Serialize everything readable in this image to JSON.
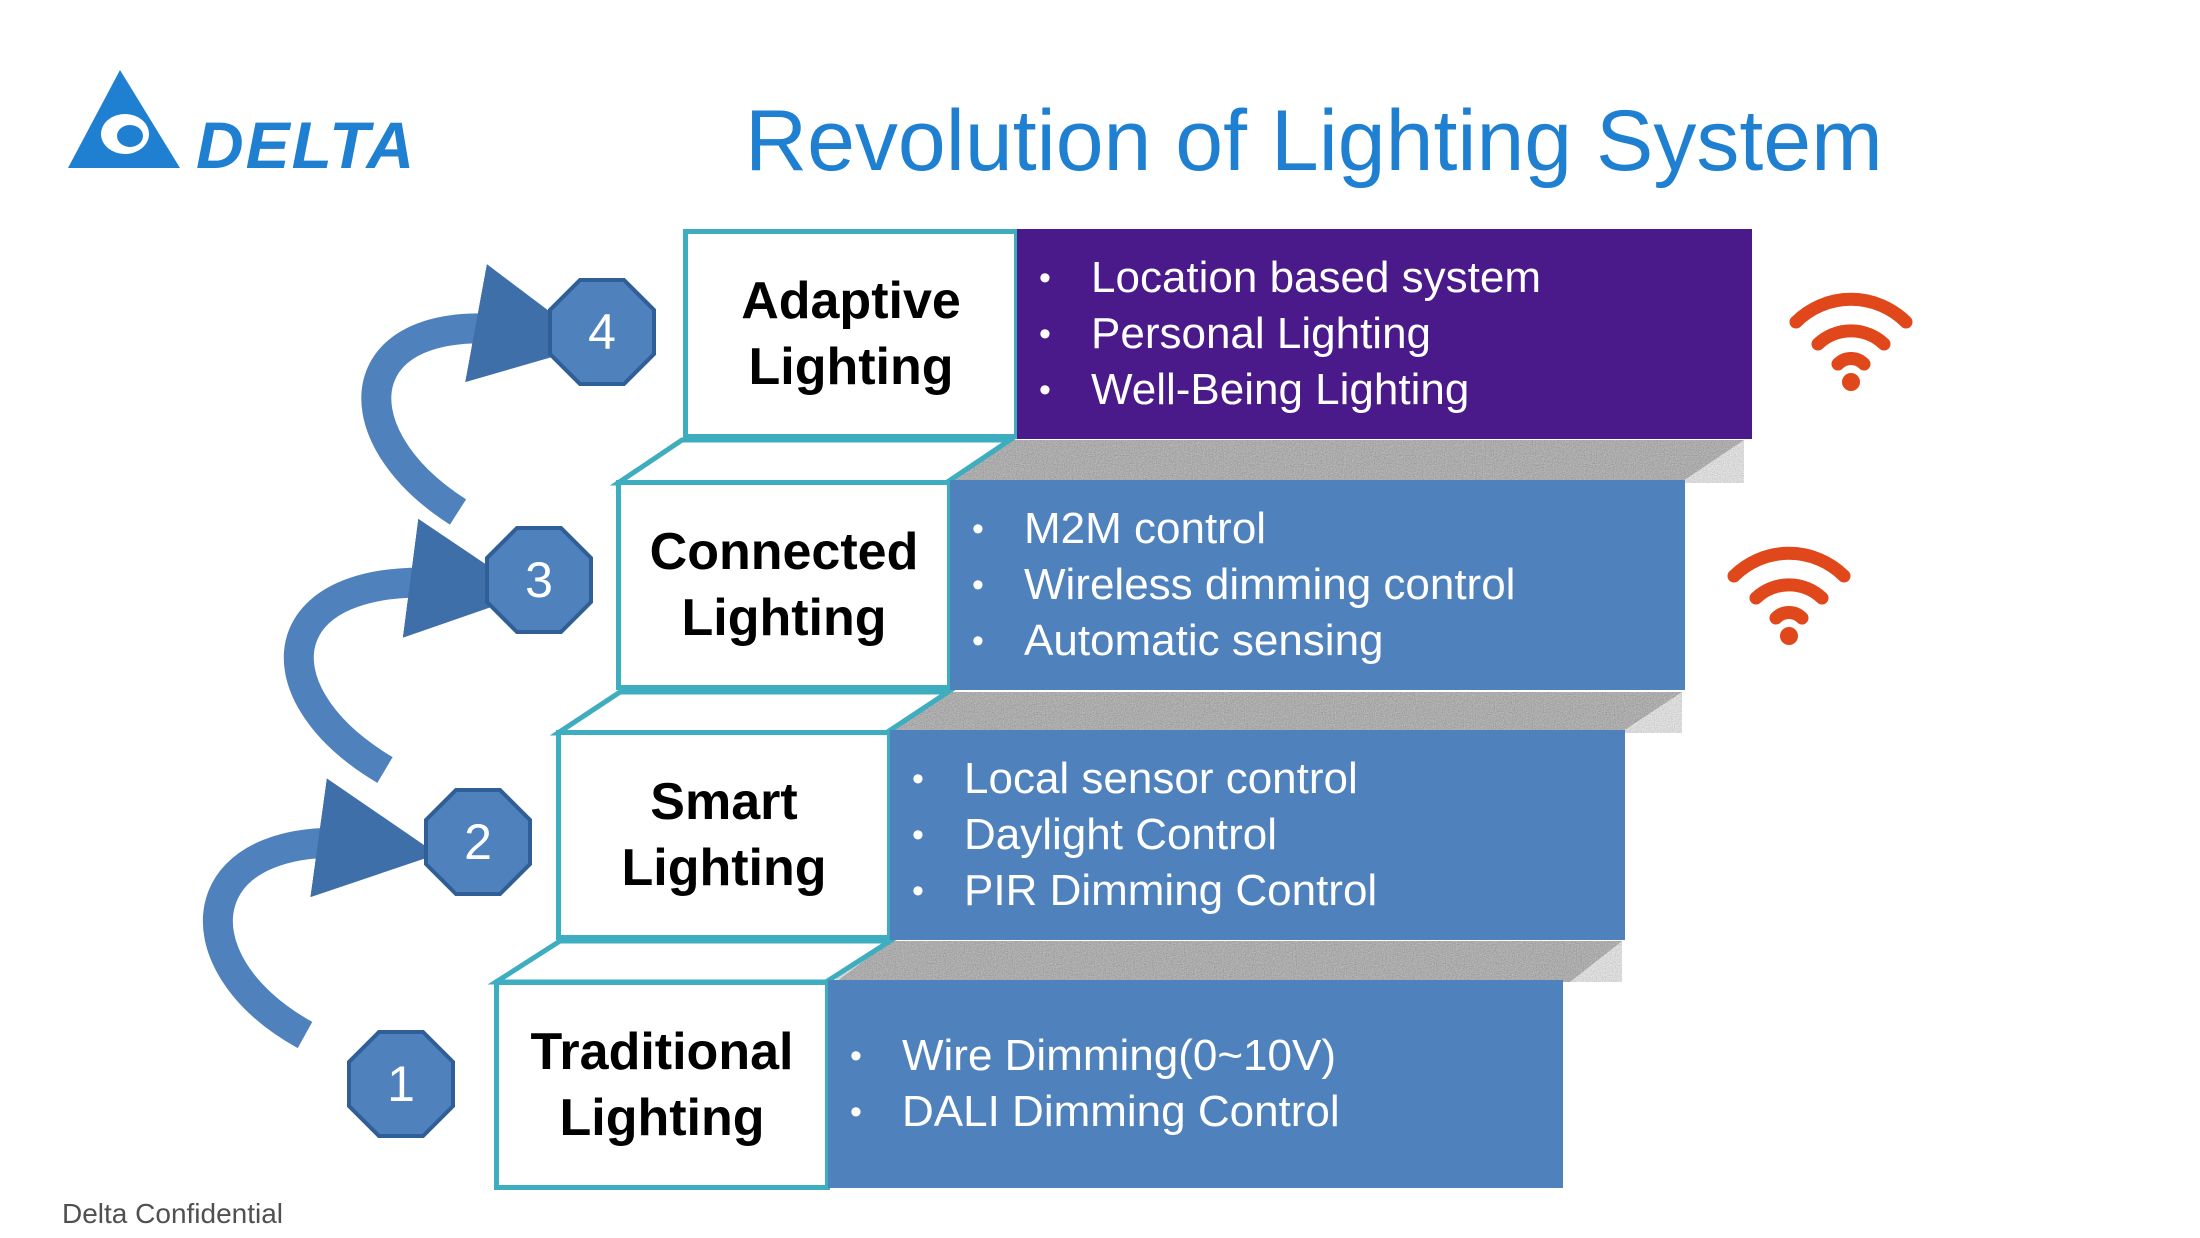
{
  "brand": {
    "name": "DELTA",
    "color": "#1f7fd0"
  },
  "title": "Revolution of Lighting System",
  "footer": "Delta Confidential",
  "colors": {
    "panel_blue": "#4f81bd",
    "panel_purple": "#4a1a8a",
    "box_border": "#3eadc0",
    "wifi": "#e0471a",
    "badge": "#4f81bd"
  },
  "steps": [
    {
      "number": "1",
      "line1": "Traditional",
      "line2": "Lighting",
      "bullets": [
        "Wire Dimming(0~10V)",
        "DALI Dimming Control"
      ]
    },
    {
      "number": "2",
      "line1": "Smart",
      "line2": "Lighting",
      "bullets": [
        "Local sensor control",
        "Daylight Control",
        "PIR Dimming Control"
      ]
    },
    {
      "number": "3",
      "line1": "Connected",
      "line2": "Lighting",
      "bullets": [
        "M2M control",
        "Wireless dimming control",
        "Automatic sensing"
      ],
      "icon": "wifi-icon"
    },
    {
      "number": "4",
      "line1": "Adaptive",
      "line2": "Lighting",
      "bullets": [
        "Location based system",
        "Personal Lighting",
        "Well-Being Lighting"
      ],
      "icon": "wifi-icon"
    }
  ]
}
